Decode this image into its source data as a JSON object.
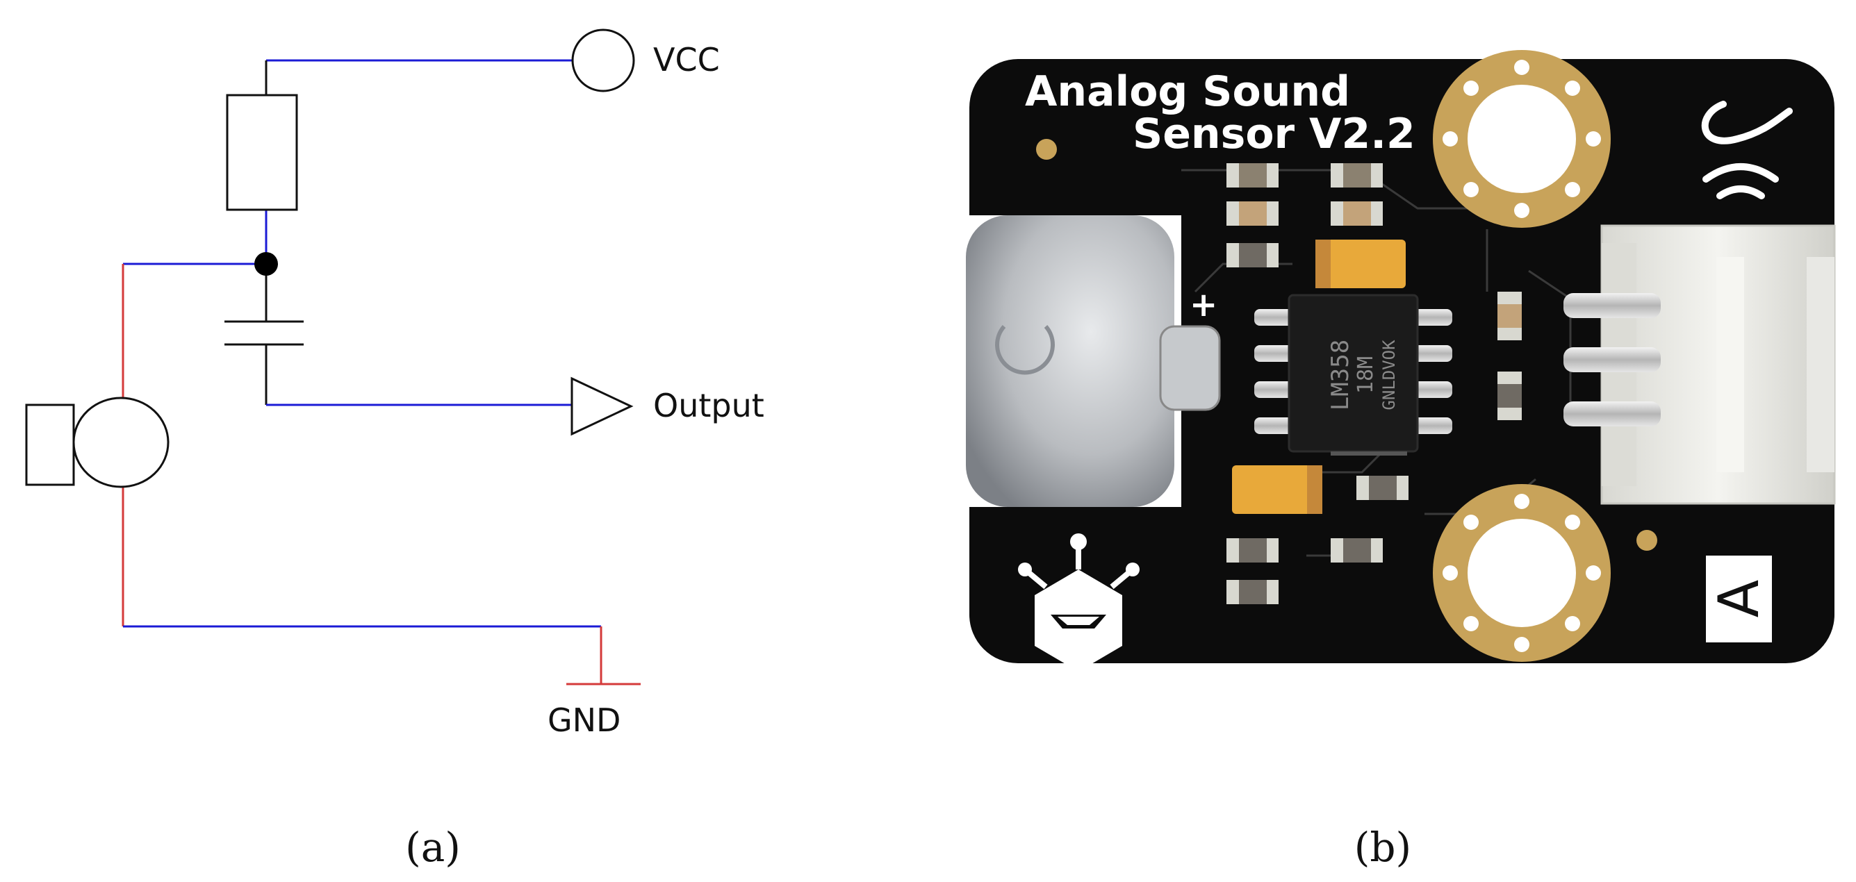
{
  "schematic": {
    "vcc_label": "VCC",
    "output_label": "Output",
    "gnd_label": "GND",
    "caption": "(a)",
    "colors": {
      "wire_blue": "#1b1bd6",
      "wire_red": "#d43a3a",
      "component": "#111111"
    }
  },
  "board": {
    "title_line1": "Analog Sound",
    "title_line2": "Sensor V2.2",
    "chip_text_line1": "LM358",
    "chip_text_line2": "18M",
    "chip_text_line3": "GNLDVOK",
    "mic_polarity": "+",
    "type_letter": "A",
    "caption": "(b)",
    "colors": {
      "pcb": "#0c0c0c",
      "gold": "#c8a35a",
      "connector": "#eeeeea",
      "cap_orange": "#e8a93a",
      "mic": "#b9bcc0"
    }
  }
}
